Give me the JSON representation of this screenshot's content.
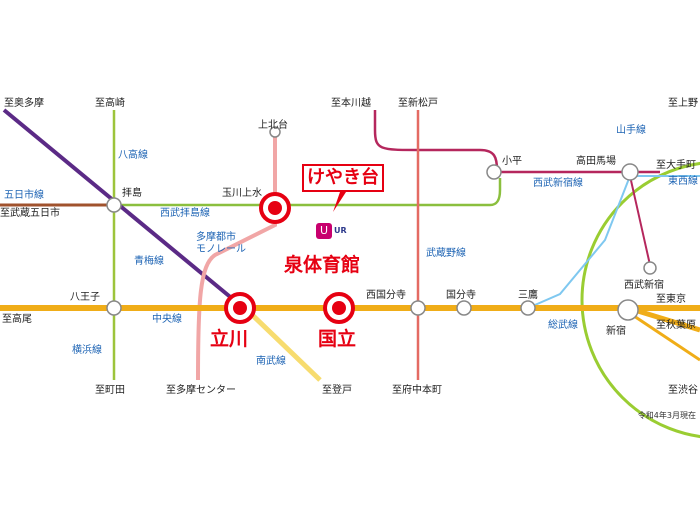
{
  "colors": {
    "chuo": "#f0ad18",
    "nambu": "#f7dc6f",
    "seibu_haijima": "#8bbf3e",
    "seibu_shinjuku": "#b5275d",
    "itsukaichi": "#a0522d",
    "ome": "#5b2a86",
    "hachiko": "#9dc43b",
    "monorail": "#f1a6a6",
    "musashino": "#e46b63",
    "yamanote": "#9acd32",
    "sobu": "#7fc8f0",
    "station_red": "#e60012"
  },
  "highlight": {
    "callout": "けやき台",
    "logo_text": "UR",
    "logo_mark": "U"
  },
  "destinations": {
    "okutama": "至奥多摩",
    "takasaki": "至高崎",
    "kamikitadai": "上北台",
    "kawagoe": "至本川越",
    "shinmatsudo": "至新松戸",
    "ueno": "至上野",
    "itsukaichi_dir": "至武蔵五日市",
    "otemachi": "至大手町",
    "takao": "至高尾",
    "tokyo": "至東京",
    "akihabara": "至秋葉原",
    "hachioji_machida": "至町田",
    "tama_center": "至多摩センター",
    "noborito": "至登戸",
    "fuchu_honmachi": "至府中本町",
    "shibuya": "至渋谷"
  },
  "stations": {
    "haijima": "拝島",
    "tamagawajosui": "玉川上水",
    "kodaira": "小平",
    "takadanobaba": "高田馬場",
    "seibu_shinjuku": "西武新宿",
    "hachioji": "八王子",
    "nishikokubunji": "西国分寺",
    "kokubunji": "国分寺",
    "mitaka": "三鷹",
    "shinjuku": "新宿",
    "tachikawa": "立川",
    "kunitachi": "国立",
    "izumi": "泉体育館"
  },
  "lines": {
    "itsukaichi": "五日市線",
    "hachiko": "八高線",
    "seibu_haijima": "西武拝島線",
    "monorail": "多摩都市\nモノレール",
    "ome": "青梅線",
    "musashino": "武蔵野線",
    "yamanote": "山手線",
    "seibu_shinjuku": "西武新宿線",
    "tozai": "東西線",
    "chuo": "中央線",
    "yokohama": "横浜線",
    "nambu": "南武線",
    "sobu": "総武線"
  },
  "note": "令和4年3月現在"
}
